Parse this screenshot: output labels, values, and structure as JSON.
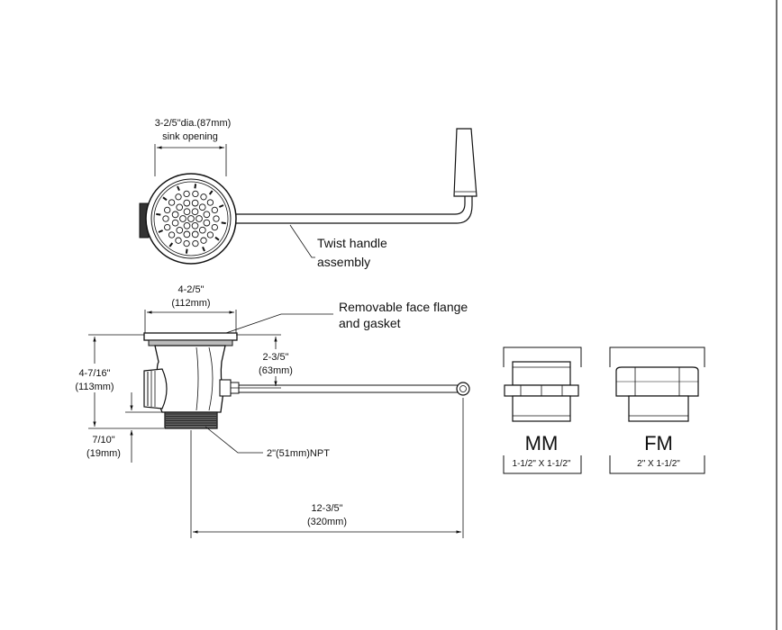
{
  "top_view": {
    "sink_opening_dim": "3-2/5\"dia.(87mm)",
    "sink_opening_label": "sink opening",
    "handle_label_line1": "Twist  handle",
    "handle_label_line2": "assembly"
  },
  "side_view": {
    "flange_width": "4-2/5\"",
    "flange_width_mm": "(112mm)",
    "flange_callout_line1": "Removable face flange",
    "flange_callout_line2": "and gasket",
    "height_total": "4-7/16\"",
    "height_total_mm": "(113mm)",
    "height_upper": "2-3/5\"",
    "height_upper_mm": "(63mm)",
    "thread_height": "7/10\"",
    "thread_height_mm": "(19mm)",
    "thread_callout": "2\"(51mm)NPT",
    "handle_length": "12-3/5\"",
    "handle_length_mm": "(320mm)"
  },
  "fittings": [
    {
      "code": "MM",
      "size": "1-1/2\"  X  1-1/2\""
    },
    {
      "code": "FM",
      "size": "2\"  X  1-1/2\""
    }
  ]
}
